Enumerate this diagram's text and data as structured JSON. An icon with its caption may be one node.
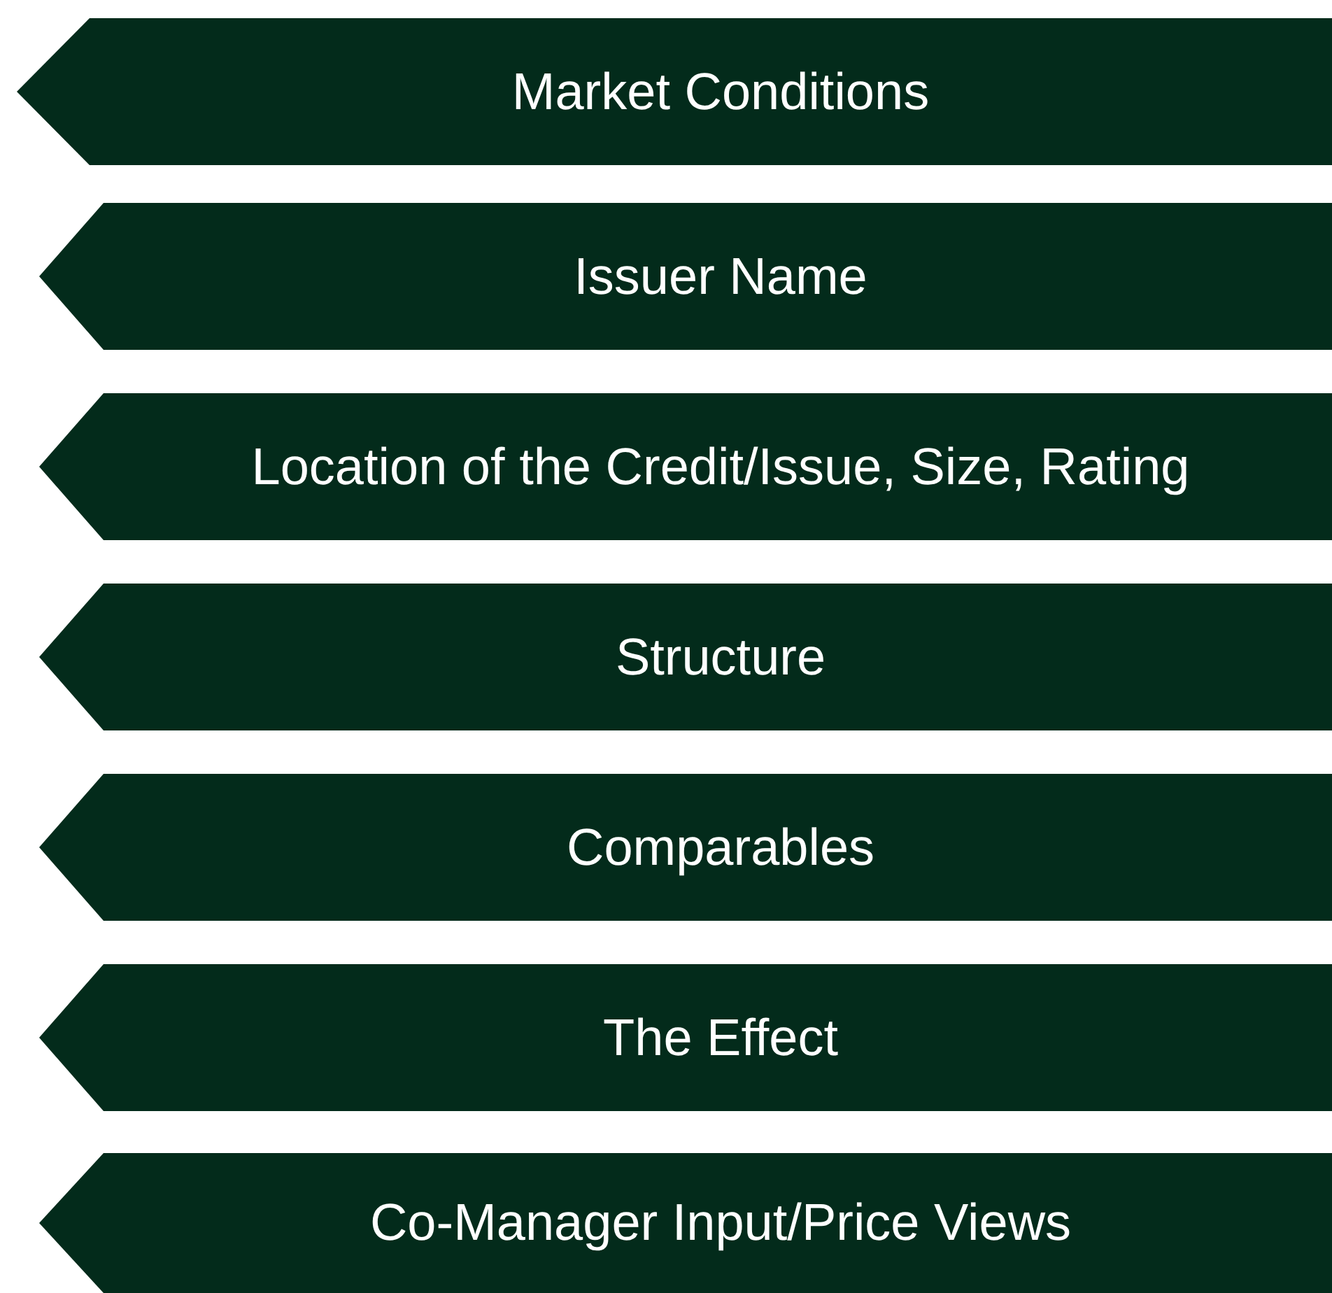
{
  "diagram": {
    "nodes": [
      {
        "text": [
          "Market Conditions"
        ]
      },
      {
        "text": [
          "Issuer Name"
        ]
      },
      {
        "text": [
          "Location of the Credit/Issue, Size, Rating"
        ]
      },
      {
        "text": [
          "Structure"
        ]
      },
      {
        "text": [
          "Comparables"
        ]
      },
      {
        "text": [
          "The Effect"
        ]
      },
      {
        "text": [
          "Co-Manager Input/Price Views"
        ]
      }
    ]
  }
}
